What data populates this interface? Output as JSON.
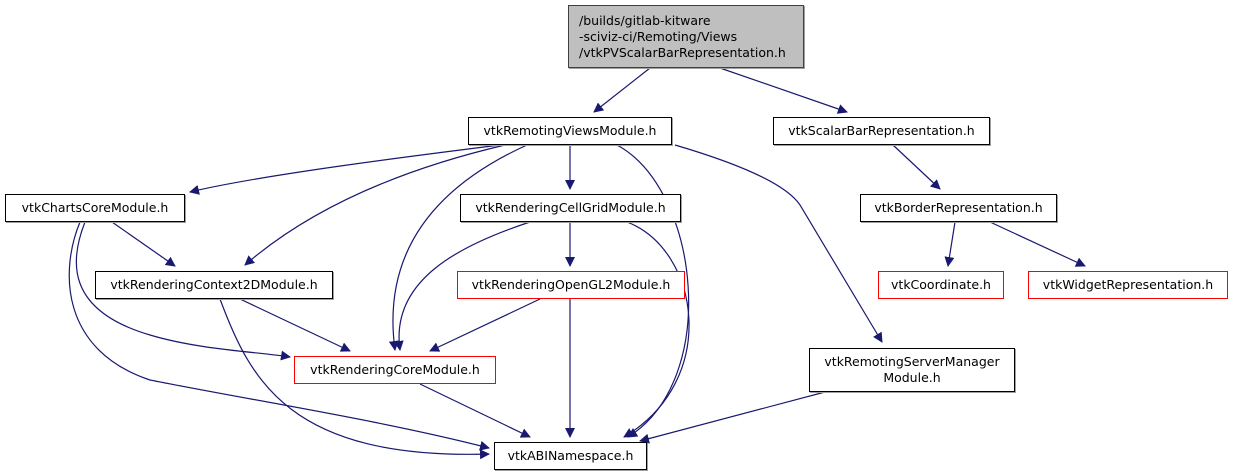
{
  "diagram": {
    "type": "include-dependency-graph",
    "edge_color": "#191970",
    "root_fill": "#bfbfbf",
    "external_border": "#ff0000",
    "nodes": [
      {
        "id": "root",
        "label": "/builds/gitlab-kitware\n-sciviz-ci/Remoting/Views\n/vtkPVScalarBarRepresentation.h",
        "kind": "root"
      },
      {
        "id": "remotingViews",
        "label": "vtkRemotingViewsModule.h",
        "kind": "normal"
      },
      {
        "id": "scalarBar",
        "label": "vtkScalarBarRepresentation.h",
        "kind": "normal"
      },
      {
        "id": "chartsCore",
        "label": "vtkChartsCoreModule.h",
        "kind": "normal"
      },
      {
        "id": "cellGrid",
        "label": "vtkRenderingCellGridModule.h",
        "kind": "normal"
      },
      {
        "id": "border",
        "label": "vtkBorderRepresentation.h",
        "kind": "normal"
      },
      {
        "id": "context2D",
        "label": "vtkRenderingContext2DModule.h",
        "kind": "normal"
      },
      {
        "id": "openGL2",
        "label": "vtkRenderingOpenGL2Module.h",
        "kind": "external"
      },
      {
        "id": "coordinate",
        "label": "vtkCoordinate.h",
        "kind": "external"
      },
      {
        "id": "widgetRep",
        "label": "vtkWidgetRepresentation.h",
        "kind": "external"
      },
      {
        "id": "renderingCore",
        "label": "vtkRenderingCoreModule.h",
        "kind": "external"
      },
      {
        "id": "serverManager",
        "label": "vtkRemotingServerManager\nModule.h",
        "kind": "normal"
      },
      {
        "id": "abiNamespace",
        "label": "vtkABINamespace.h",
        "kind": "normal"
      }
    ],
    "edges": [
      {
        "from": "root",
        "to": "remotingViews"
      },
      {
        "from": "root",
        "to": "scalarBar"
      },
      {
        "from": "remotingViews",
        "to": "chartsCore"
      },
      {
        "from": "remotingViews",
        "to": "context2D"
      },
      {
        "from": "remotingViews",
        "to": "renderingCore"
      },
      {
        "from": "remotingViews",
        "to": "cellGrid"
      },
      {
        "from": "remotingViews",
        "to": "abiNamespace"
      },
      {
        "from": "remotingViews",
        "to": "serverManager"
      },
      {
        "from": "scalarBar",
        "to": "border"
      },
      {
        "from": "border",
        "to": "coordinate"
      },
      {
        "from": "border",
        "to": "widgetRep"
      },
      {
        "from": "chartsCore",
        "to": "context2D"
      },
      {
        "from": "chartsCore",
        "to": "renderingCore"
      },
      {
        "from": "chartsCore",
        "to": "abiNamespace"
      },
      {
        "from": "cellGrid",
        "to": "openGL2"
      },
      {
        "from": "cellGrid",
        "to": "renderingCore"
      },
      {
        "from": "cellGrid",
        "to": "abiNamespace"
      },
      {
        "from": "context2D",
        "to": "renderingCore"
      },
      {
        "from": "context2D",
        "to": "abiNamespace"
      },
      {
        "from": "openGL2",
        "to": "renderingCore"
      },
      {
        "from": "openGL2",
        "to": "abiNamespace"
      },
      {
        "from": "renderingCore",
        "to": "abiNamespace"
      },
      {
        "from": "serverManager",
        "to": "abiNamespace"
      }
    ]
  }
}
